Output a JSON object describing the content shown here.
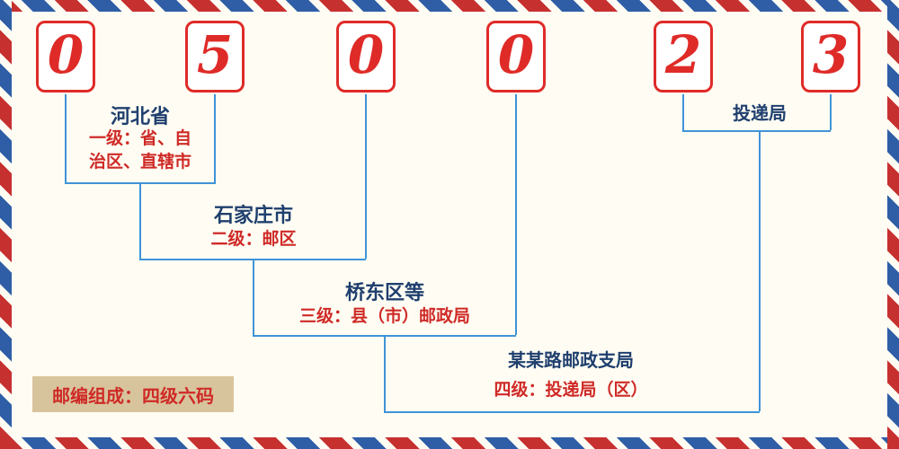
{
  "postal_code": {
    "digits": [
      "0",
      "5",
      "0",
      "0",
      "2",
      "3"
    ]
  },
  "labels": {
    "level1": {
      "name": "河北省",
      "desc": "一级：省、自\n治区、直辖市"
    },
    "level2": {
      "name": "石家庄市",
      "desc": "二级：邮区"
    },
    "level3": {
      "name": "桥东区等",
      "desc": "三级：县（市）邮政局"
    },
    "level4": {
      "name": "某某路邮政支局",
      "desc": "四级：投递局（区）"
    },
    "delivery": {
      "name": "投递局"
    }
  },
  "footer": {
    "composition": "邮编组成：四级六码"
  },
  "colors": {
    "digit_red": "#df2b28",
    "desc_red": "#cf2a27",
    "name_navy": "#1f3f6e",
    "line_blue": "#3f93d8",
    "footer_bg": "#d8c49c",
    "background": "#fffdf3"
  }
}
